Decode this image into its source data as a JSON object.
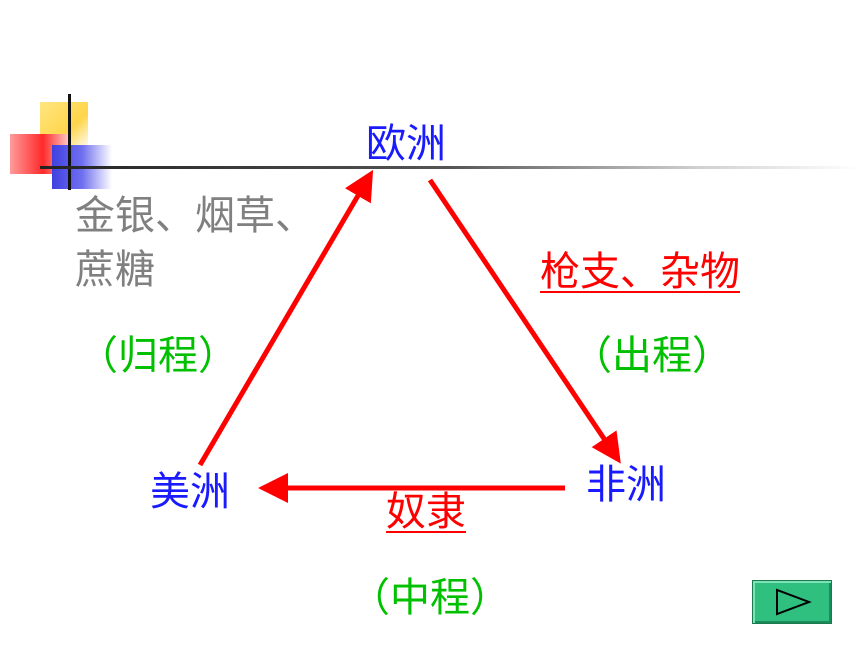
{
  "nodes": {
    "europe": "欧洲",
    "america": "美洲",
    "africa": "非洲"
  },
  "cargo": {
    "return_line1": "金银、烟草、",
    "return_line2": "蔗糖",
    "outbound": "枪支、杂物",
    "middle": "奴隶"
  },
  "routes": {
    "return": "（归程）",
    "outbound": "（出程）",
    "middle": "（中程）"
  },
  "colors": {
    "node": "#1a1aff",
    "arrow": "#ff0000",
    "route": "#00c000",
    "cargo_return": "#808080"
  },
  "nav": {
    "icon": "play-triangle-icon"
  }
}
